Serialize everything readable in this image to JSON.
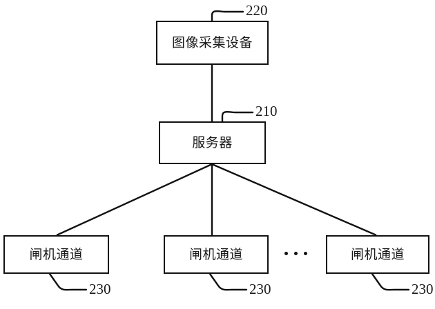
{
  "figure": {
    "type": "patent-system-architecture-diagram",
    "background_color": "#ffffff",
    "line_color": "#111111",
    "text_color": "#1a1a1a"
  },
  "nodes": {
    "image_capture_device": {
      "label": "图像采集设备",
      "ref": "220"
    },
    "server": {
      "label": "服务器",
      "ref": "210"
    },
    "gate_channel_1": {
      "label": "闸机通道",
      "ref": "230"
    },
    "gate_channel_2": {
      "label": "闸机通道",
      "ref": "230"
    },
    "gate_channel_3": {
      "label": "闸机通道",
      "ref": "230"
    }
  },
  "ellipsis": {
    "dots": 3,
    "meaning": "more-gate-channels"
  },
  "connections": [
    {
      "from": "image_capture_device",
      "to": "server",
      "style": "straight-vertical"
    },
    {
      "from": "server",
      "to": "gate_channel_1",
      "style": "diagonal"
    },
    {
      "from": "server",
      "to": "gate_channel_2",
      "style": "straight-vertical"
    },
    {
      "from": "server",
      "to": "gate_channel_3",
      "style": "diagonal"
    }
  ]
}
